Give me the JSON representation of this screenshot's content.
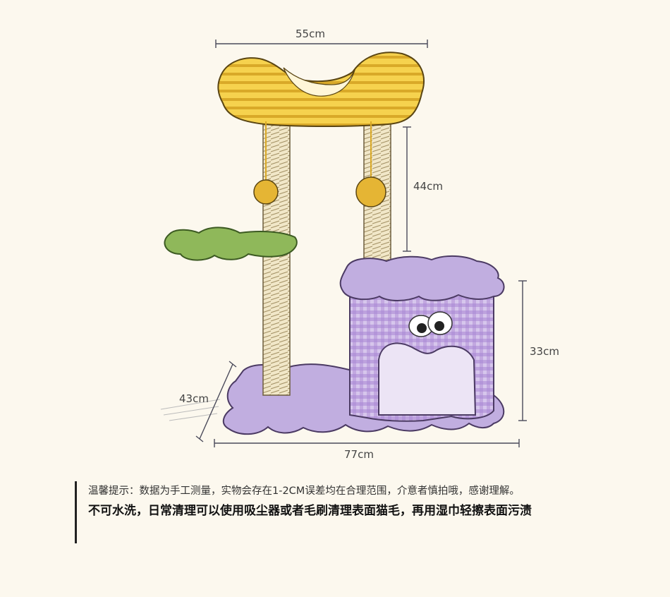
{
  "dimensions": {
    "top_width": "55cm",
    "post_height": "44cm",
    "house_height": "33cm",
    "depth": "43cm",
    "base_width": "77cm"
  },
  "notes": {
    "tip": "温馨提示：数据为手工测量，实物会存在1-2CM误差均在合理范围，介意者慎拍哦，感谢理解。",
    "care": "不可水洗，日常清理可以使用吸尘器或者毛刷清理表面猫毛，再用湿巾轻擦表面污渍"
  },
  "colors": {
    "background": "#fcf8ee",
    "bed": "#f2c63f",
    "platform": "#8fb85a",
    "house": "#b9a0d8",
    "post": "#efe4c2",
    "base": "#c1aee0"
  }
}
